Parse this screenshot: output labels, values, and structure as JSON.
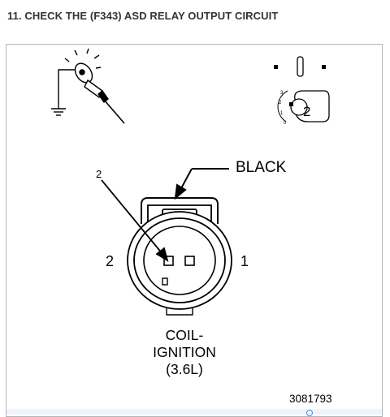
{
  "step": {
    "title": "11. CHECK THE (F343) ASD RELAY OUTPUT CIRCUIT"
  },
  "diagram": {
    "wire_color_label": "BLACK",
    "pin_callout": "2",
    "pin_left_label": "2",
    "pin_right_label": "1",
    "connector_name_lines": [
      "COIL-",
      "IGNITION",
      "(3.6L)"
    ],
    "figure_id": "3081793",
    "ignition_key": {
      "position_shown": "2",
      "scale_numbers": [
        "3",
        "2",
        "1",
        "0"
      ]
    },
    "icons": [
      "test-light-icon",
      "ground-symbol-icon",
      "ignition-key-icon"
    ]
  }
}
